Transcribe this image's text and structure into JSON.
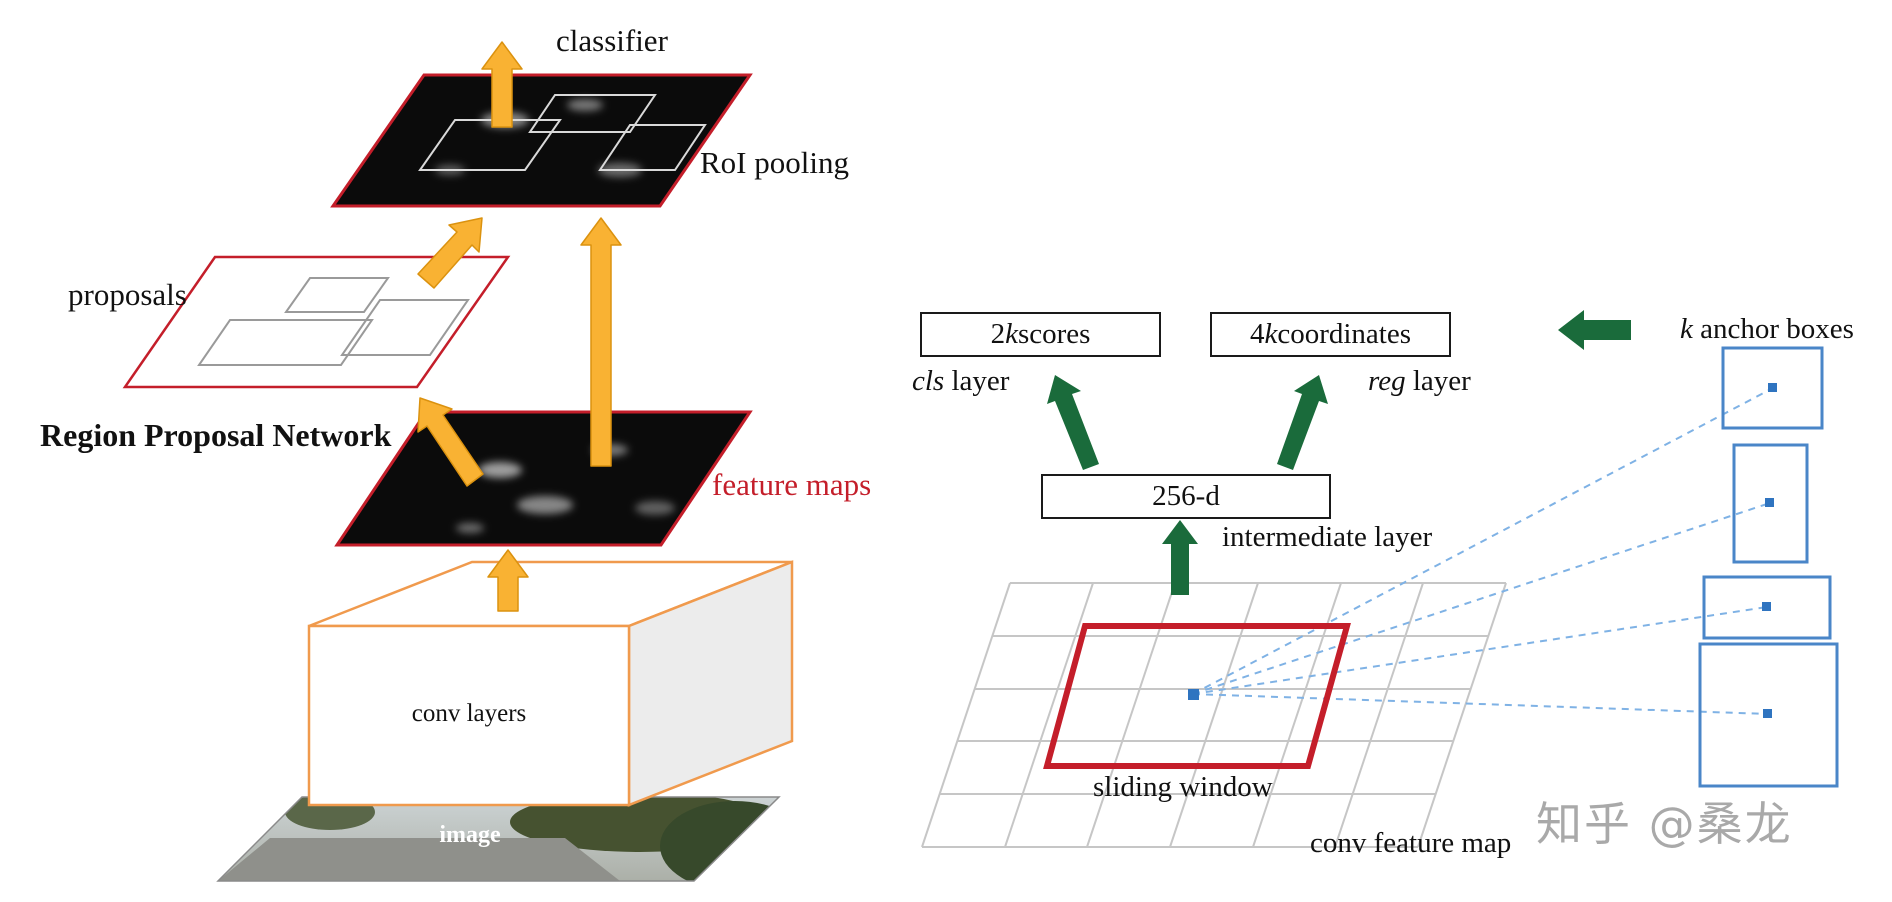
{
  "figure": {
    "left": {
      "classifier": "classifier",
      "roi_pooling": "RoI pooling",
      "proposals": "proposals",
      "rpn_title": "Region Proposal Network",
      "feature_maps": "feature maps",
      "conv_layers": "conv layers",
      "image": "image"
    },
    "right": {
      "scores_box": {
        "prefix": "2",
        "k": "k",
        "suffix": " scores"
      },
      "coords_box": {
        "prefix": "4",
        "k": "k",
        "suffix": " coordinates"
      },
      "anchor_boxes": {
        "k": "k",
        "suffix": " anchor boxes"
      },
      "cls_layer": {
        "italic": "cls",
        "suffix": " layer"
      },
      "reg_layer": {
        "italic": "reg",
        "suffix": " layer"
      },
      "intermediate_box": "256-d",
      "intermediate_layer": "intermediate layer",
      "sliding_window": "sliding window",
      "conv_feature_map": "conv feature map"
    },
    "watermark": "知乎 @桑龙",
    "colors": {
      "arrow_yellow": "#F9B233",
      "arrow_green": "#1A6B3B",
      "outline_red": "#C41E2A",
      "box_orange": "#F09A4D",
      "anchor_blue": "#4A86C8",
      "grid_gray": "#C6C6C6"
    }
  }
}
